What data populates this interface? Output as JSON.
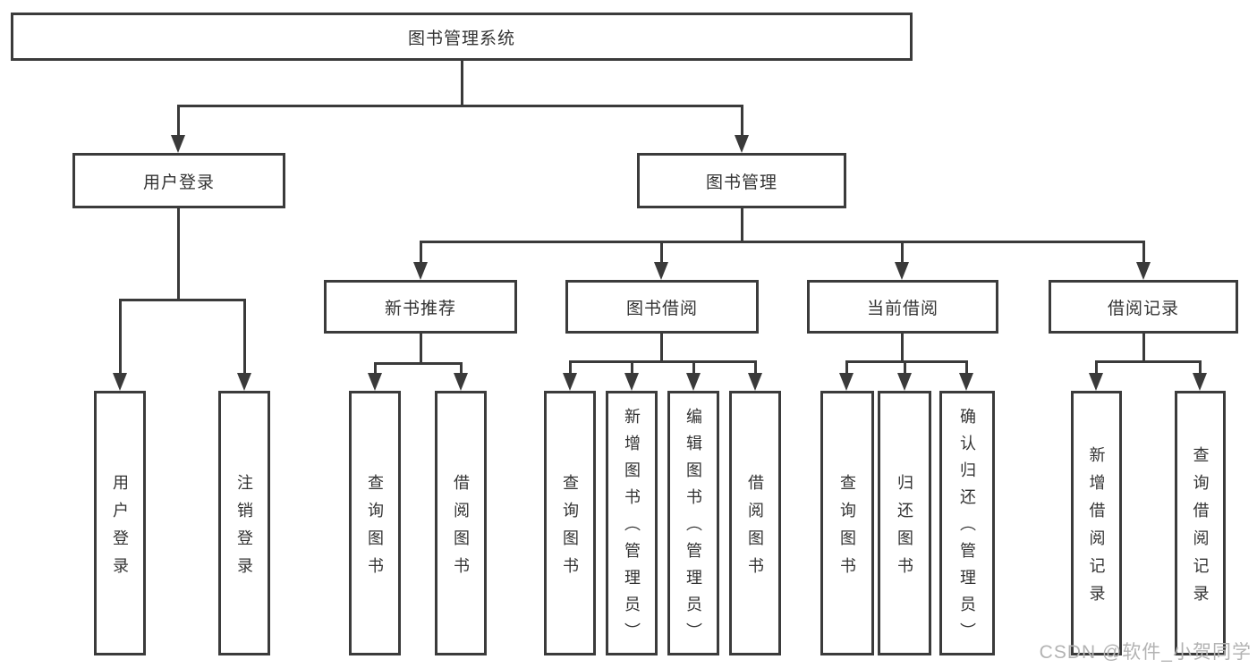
{
  "diagram": {
    "root": {
      "label": "图书管理系统"
    },
    "level1": {
      "user_login": {
        "label": "用户登录"
      },
      "book_mgmt": {
        "label": "图书管理"
      }
    },
    "level2": {
      "new_books": {
        "label": "新书推荐"
      },
      "book_borrow": {
        "label": "图书借阅"
      },
      "current_borrow": {
        "label": "当前借阅"
      },
      "borrow_records": {
        "label": "借阅记录"
      }
    },
    "leaves": {
      "user_login": [
        "用户登录",
        "注销登录"
      ],
      "new_books": [
        "查询图书",
        "借阅图书"
      ],
      "book_borrow": [
        "查询图书",
        "新增图书（管理员）",
        "编辑图书（管理员）",
        "借阅图书"
      ],
      "current_borrow": [
        "查询图书",
        "归还图书",
        "确认归还（管理员）"
      ],
      "borrow_records": [
        "新增借阅记录",
        "查询借阅记录"
      ]
    },
    "watermark": "CSDN @软件_小贺同学",
    "colors": {
      "line": "#3a3a3a",
      "border": "#3b3b3b",
      "text": "#333333",
      "watermark": "#b3b3b3",
      "background": "#ffffff"
    }
  }
}
